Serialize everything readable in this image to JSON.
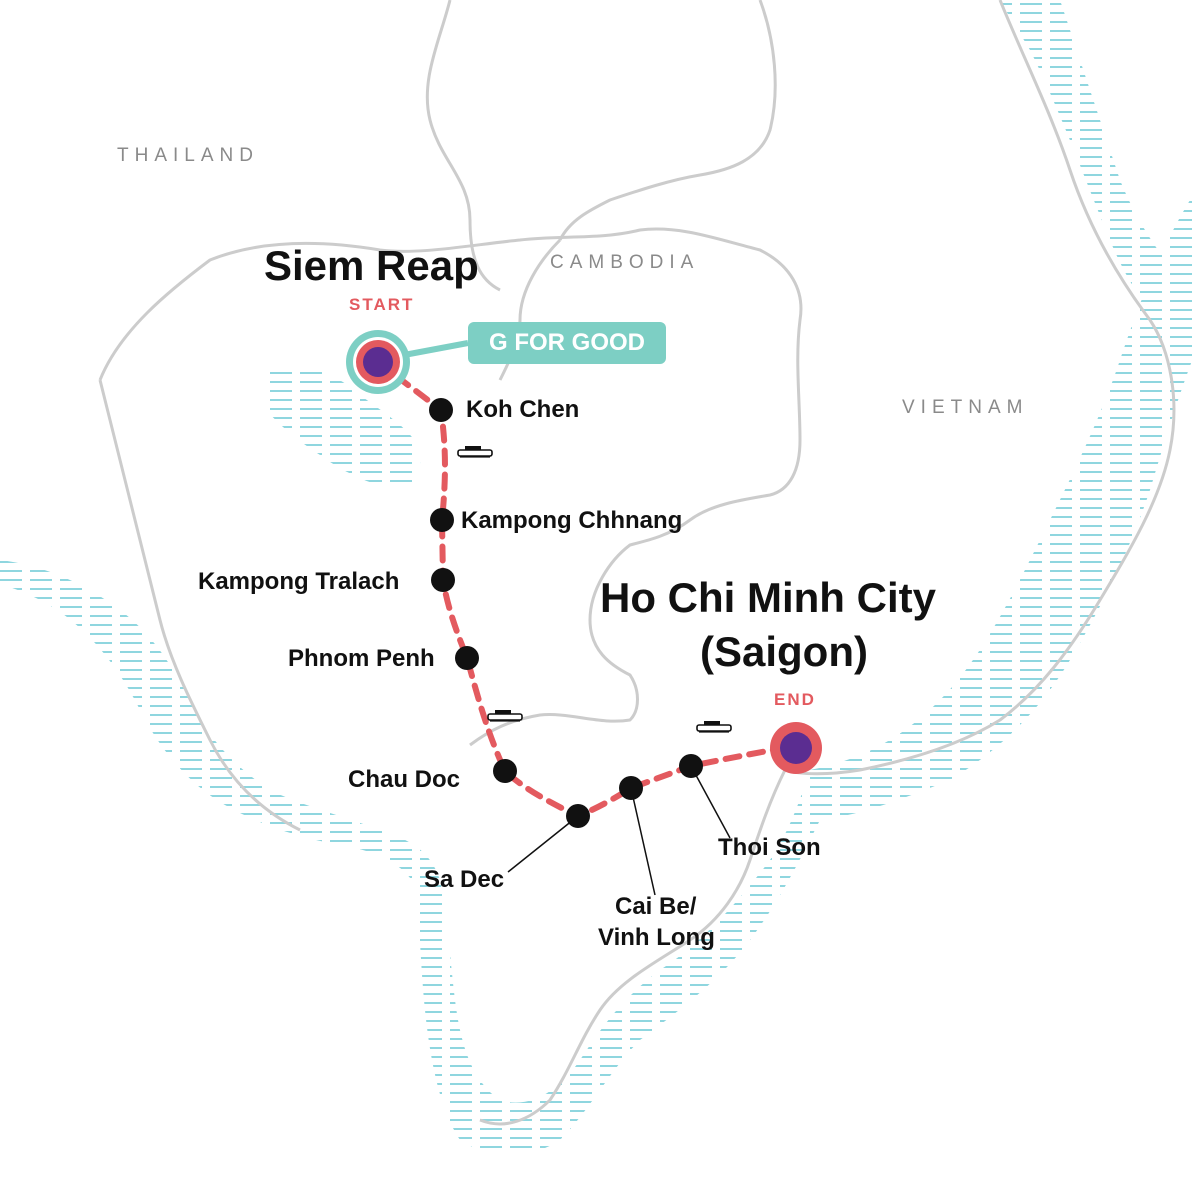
{
  "countries": {
    "thailand": "THAILAND",
    "cambodia": "CAMBODIA",
    "vietnam": "VIETNAM"
  },
  "start": {
    "city": "Siem Reap",
    "tag": "START"
  },
  "end": {
    "city_line1": "Ho Chi Minh City",
    "city_line2": "(Saigon)",
    "tag": "END"
  },
  "badge": {
    "label": "G FOR GOOD"
  },
  "stops": {
    "koh_chen": "Koh Chen",
    "kampong_chhnang": "Kampong Chhnang",
    "kampong_tralach": "Kampong Tralach",
    "phnom_penh": "Phnom Penh",
    "chau_doc": "Chau Doc",
    "sa_dec": "Sa Dec",
    "cai_be_line1": "Cai Be/",
    "cai_be_line2": "Vinh Long",
    "thoi_son": "Thoi Son"
  },
  "colors": {
    "route": "#e35a5f",
    "water": "#8fd6df",
    "border": "#cccccc",
    "badge": "#7dcfc4",
    "start_dot": "#5b2d91",
    "stop_dot": "#111111"
  },
  "icons": {
    "transport": "boat-icon"
  }
}
